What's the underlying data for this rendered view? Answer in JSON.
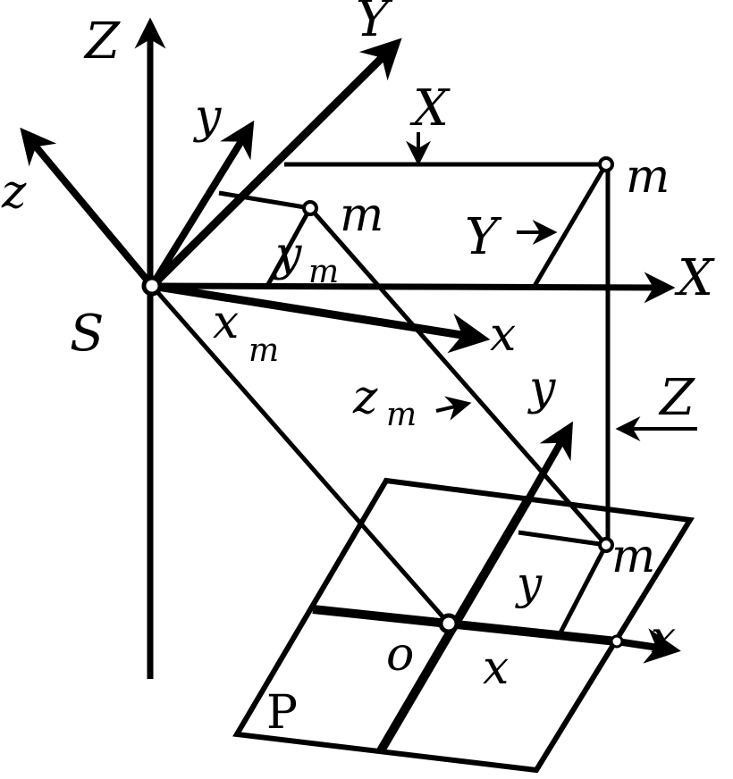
{
  "labels": {
    "Z_axis": "Z",
    "Y_axis": "Y",
    "X_axis": "X",
    "y_axis": "y",
    "z_axis": "z",
    "x_axis": "x",
    "S": "S",
    "m_top": "m",
    "m_mid": "m",
    "m_plane": "m",
    "y_m": "y",
    "y_m_sub": "m",
    "x_m": "x",
    "x_m_sub": "m",
    "z_m": "z",
    "z_m_sub": "m",
    "X_proj": "X",
    "Y_proj": "Y",
    "Z_proj": "Z",
    "y_image": "y",
    "y_plane": "y",
    "x_plane": "x",
    "x_plane_axis": "x",
    "o": "o",
    "P": "P"
  }
}
